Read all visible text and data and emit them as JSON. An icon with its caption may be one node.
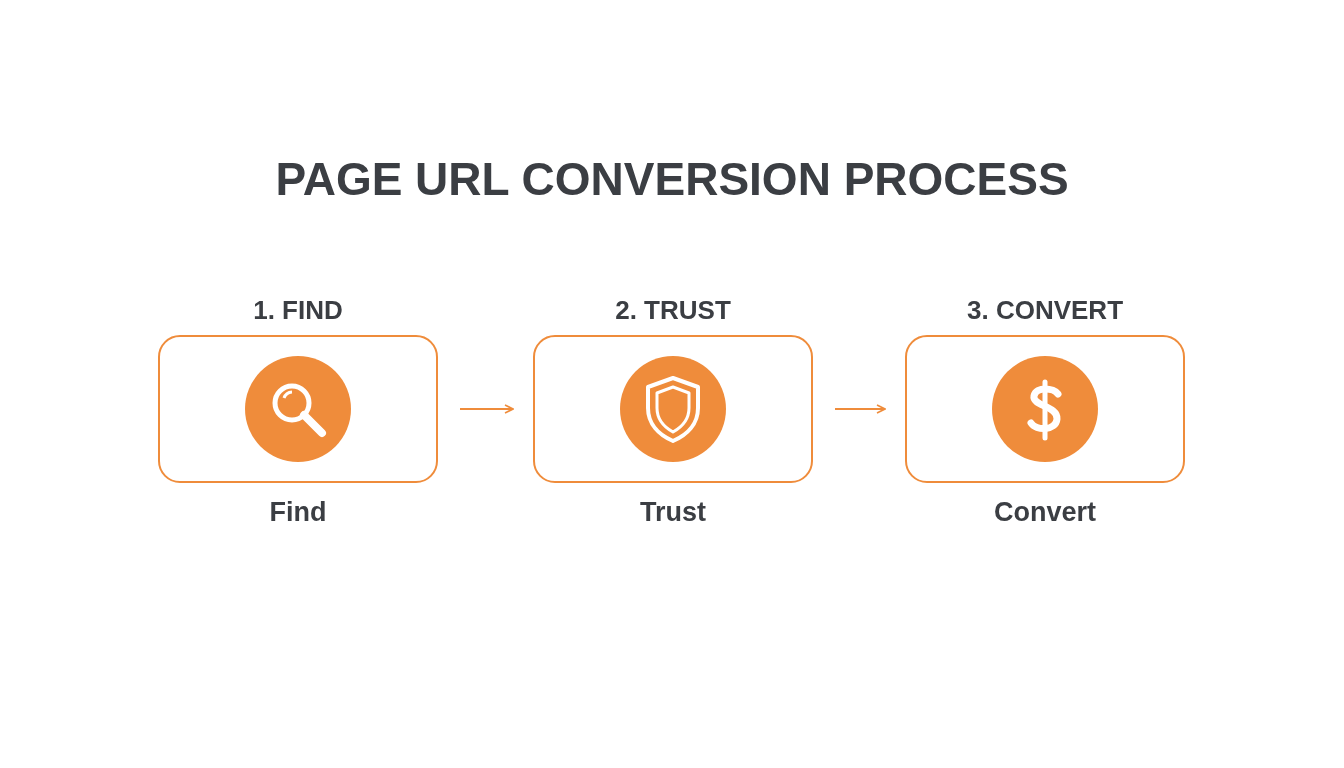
{
  "diagram": {
    "title": "PAGE URL CONVERSION PROCESS",
    "nodes": [
      {
        "text": [
          "1. FIND",
          "Find"
        ]
      },
      {
        "text": [
          "2. TRUST",
          "Trust"
        ]
      },
      {
        "text": [
          "3. CONVERT",
          "Convert"
        ]
      }
    ],
    "edges": [
      {
        "from": 0,
        "to": 1,
        "arrow": "to"
      },
      {
        "from": 1,
        "to": 2,
        "arrow": "to"
      }
    ]
  }
}
